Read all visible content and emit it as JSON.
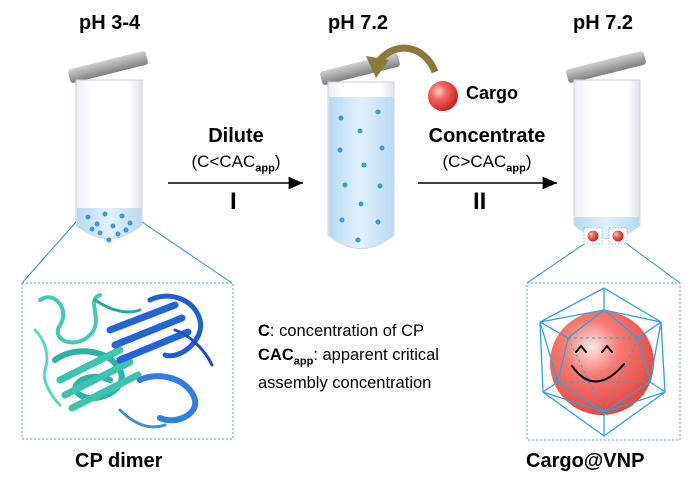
{
  "tubes": {
    "left_ph": "pH 3-4",
    "middle_ph": "pH 7.2",
    "right_ph": "pH 7.2"
  },
  "steps": {
    "step1_label": "Dilute",
    "step1_condition_prefix": "(C<CAC",
    "step1_condition_sub": "app",
    "step1_condition_suffix": ")",
    "step1_roman": "I",
    "step2_label": "Concentrate",
    "step2_condition_prefix": "(C>CAC",
    "step2_condition_sub": "app",
    "step2_condition_suffix": ")",
    "step2_roman": "II"
  },
  "cargo": {
    "label": "Cargo"
  },
  "legend": {
    "c_term": "C",
    "c_desc": ": concentration of CP",
    "cac_term": "CAC",
    "cac_sub": "app",
    "cac_desc": ": apparent critical assembly concentration"
  },
  "captions": {
    "left": "CP dimer",
    "right": "Cargo@VNP"
  },
  "colors": {
    "solution": "#cfe6f7",
    "particle": "#3a9bd0",
    "cargo_red": "#e8413c",
    "arrow_olive": "#8a7a3a",
    "protein_teal": "#35c0b0",
    "protein_blue": "#1f5fd0",
    "cage_line": "#2ea3d8"
  }
}
